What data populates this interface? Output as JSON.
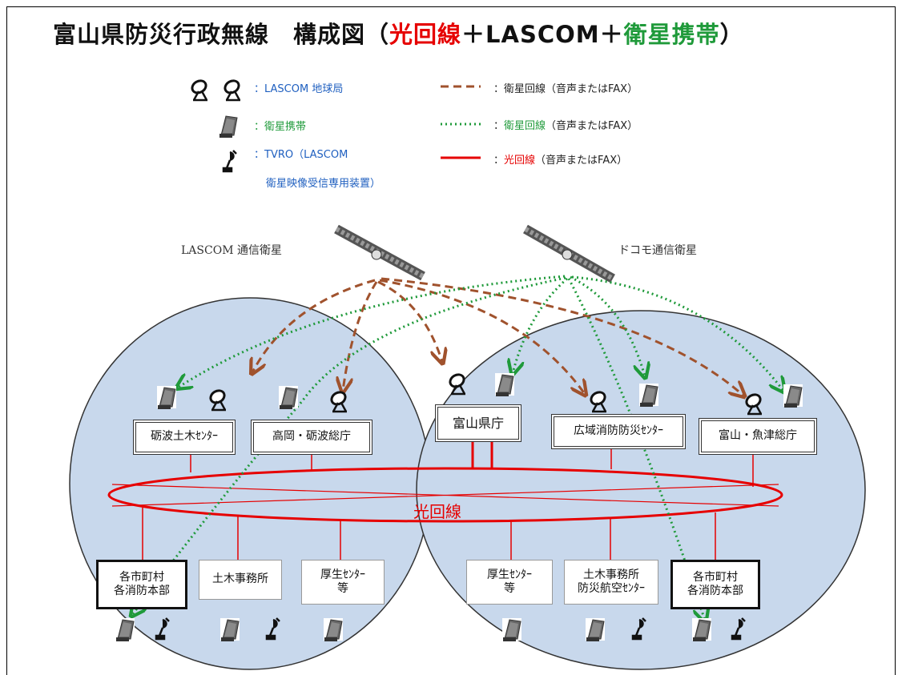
{
  "title": {
    "prefix": "富山県防災行政無線　構成図（",
    "fiber": "光回線",
    "mid": "＋LASCOM＋",
    "sat_mobile": "衛星携帯",
    "suffix": "）"
  },
  "legend": {
    "lascom_station": "：LASCOM 地球局",
    "sat_mobile": "：衛星携帯",
    "tvro_line1": "：TVRO（LASCOM",
    "tvro_line2": "衛星映像受信専用装置）",
    "brown_line": "：衛星回線（音声またはFAX）",
    "green_line_prefix": "：",
    "green_line_colored": "衛星回線",
    "green_line_suffix": "（音声またはFAX）",
    "red_line_prefix": "：",
    "red_line_colored": "光回線",
    "red_line_suffix": "（音声またはFAX）"
  },
  "satellites": {
    "lascom": "LASCOM 通信衛星",
    "docomo": "ドコモ通信衛星"
  },
  "offices_upper": [
    {
      "label": "砺波土木ｾﾝﾀｰ"
    },
    {
      "label": "高岡・砺波総庁"
    },
    {
      "label": "富山県庁"
    },
    {
      "label": "広域消防防災ｾﾝﾀｰ"
    },
    {
      "label": "富山・魚津総庁"
    }
  ],
  "offices_lower": [
    {
      "label": "各市町村\n各消防本部"
    },
    {
      "label": "土木事務所"
    },
    {
      "label": "厚生ｾﾝﾀｰ\n等"
    },
    {
      "label": "厚生ｾﾝﾀｰ\n等"
    },
    {
      "label": "土木事務所\n防災航空ｾﾝﾀｰ"
    },
    {
      "label": "各市町村\n各消防本部"
    }
  ],
  "fiber_ring_label": "光回線",
  "colors": {
    "brown": "#a0522d",
    "green": "#1f9a3a",
    "red": "#e60000",
    "circle_fill": "#c8d8ec",
    "blue_text": "#2060c0"
  },
  "icons": {
    "lascom_station": "satellite-dish-icon",
    "sat_mobile": "satellite-phone-icon",
    "tvro": "tvro-antenna-icon",
    "satellite": "satellite-icon"
  }
}
